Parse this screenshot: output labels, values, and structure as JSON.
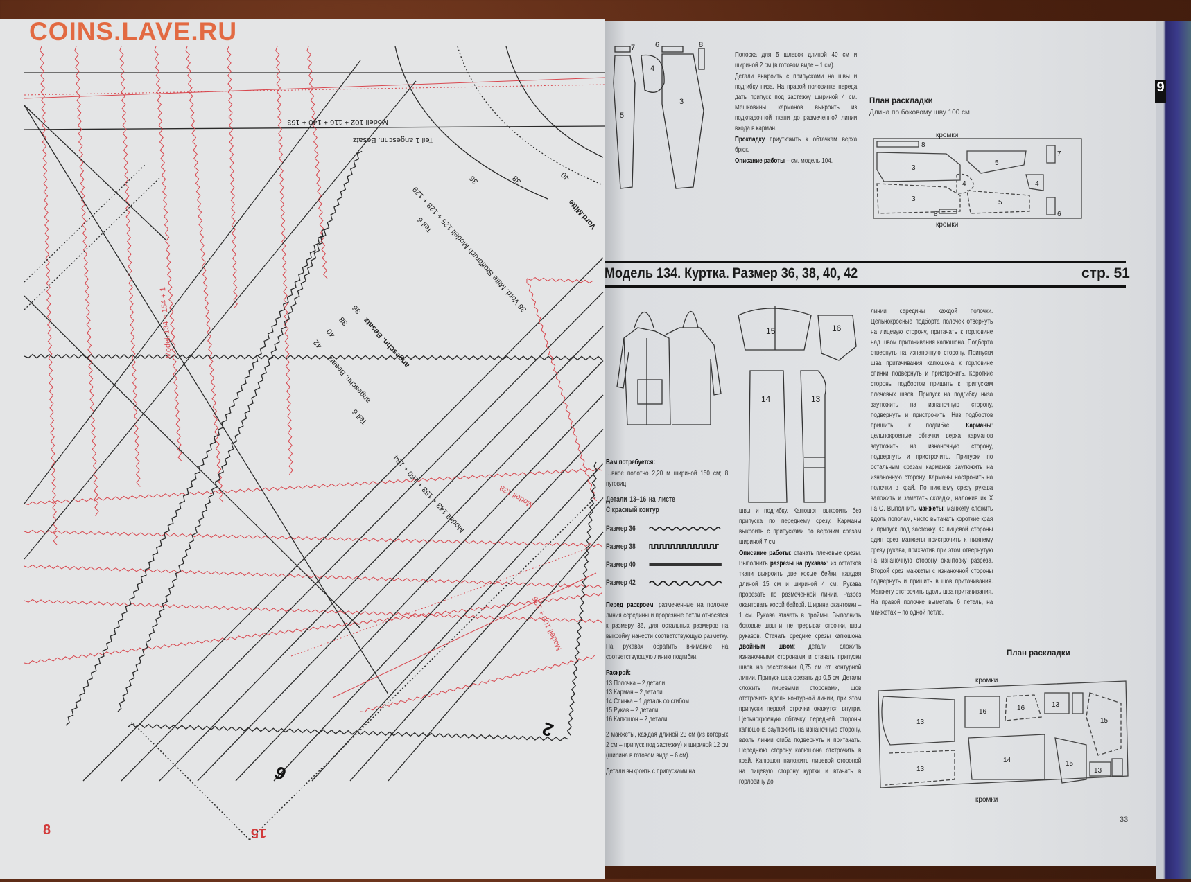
{
  "watermark": "COINS.LAVE.RU",
  "left_page": {
    "page_number": "8",
    "corner_number": "15",
    "big_numbers": [
      "2",
      "6"
    ],
    "labels": {
      "teil1": "Teil 1 angeschn. Besatz",
      "modell_top": "Modell 102 + 116 + 140 + 163",
      "vord_mitte": "36 Vord. Mitte Stoffbruch Modell 125 + 128 + 129",
      "teil6_top": "Teil 6",
      "vord_mitte_short": "Vord.Mitte",
      "size36_top": "36",
      "size38_top": "38",
      "size40_top": "40",
      "besatz1": "angeschn. Besatz",
      "size36": "36",
      "size38": "38",
      "size40": "40",
      "size42": "42",
      "besatz2": "angeschn. Besatz",
      "teil6": "Teil 6",
      "modell_mid": "Modell 143 + 153 + 160 + 164",
      "red_modell_138": "Modell 138",
      "red_modell_134": "Modell 134 + 154 + 1",
      "red_modell_108": "Modell 108 + 136"
    }
  },
  "right_page": {
    "top_section": {
      "para1": "Полоска для 5 шлевок длиной 40 см и шириной 2 см (в готовом виде – 1 см).",
      "para2": "Детали выкроить с припусками на швы и подгибку низа. На правой половинке переда дать припуск под застежку шириной 4 см. Мешковины карманов выкроить из подкладочной ткани до размеченной линии входа в карман.",
      "para3_bold": "Прокладку",
      "para3": " приутюжить к обтачкам верха брюк.",
      "para4_bold": "Описание работы",
      "para4": " – см. модель 104.",
      "pants_piece_numbers": [
        "7",
        "6",
        "8",
        "4",
        "5",
        "3"
      ],
      "layout_title": "План раскладки",
      "layout_subtitle": "Длина по боковому шву 100 см",
      "layout_edge_top": "кромки",
      "layout_edge_bottom": "кромки",
      "layout_pieces": [
        "3",
        "5",
        "7",
        "4",
        "4",
        "3",
        "5",
        "8",
        "6",
        "8"
      ]
    },
    "model_title": "Модель 134. Куртка. Размер 36, 38, 40, 42",
    "page_ref": "стр. 51",
    "pattern_piece_numbers": [
      "15",
      "16",
      "14",
      "13"
    ],
    "col1": {
      "need_title": "Вам потребуется:",
      "need_text": "…вное полотно 2,20 м шириной 150 см; 8 пуговиц.",
      "details": "Детали 13–16 на листе С красный контур",
      "sizes": [
        "Размер 36",
        "Размер 38",
        "Размер 40",
        "Размер 42"
      ],
      "before_bold": "Перед раскроем",
      "before_text": ": размеченные на полочке линия середины и прорезные петли относятся к размеру 36, для остальных размеров на выкройку нанести соответствующую разметку. На рукавах обратить внимание на соответствующую линию подгибки.",
      "cut_title": "Раскрой:",
      "cut_list": [
        "13 Полочка – 2 детали",
        "13 Карман – 2 детали",
        "14 Спинка – 1 деталь со сгибом",
        "15 Рукав – 2 детали",
        "16 Капюшон – 2 детали"
      ],
      "cuffs": "2 манжеты, каждая длиной 23 см (из которых 2 см – припуск под застежку) и шириной 12 см (ширина в готовом виде – 6 см).",
      "tail": "Детали выкроить с припусками на"
    },
    "col2": {
      "p1": "швы и подгибку. Капюшон выкроить без припуска по переднему срезу. Карманы выкроить с припусками по верхним срезам шириной 7 см.",
      "work_bold": "Описание работы",
      "work1": ": стачать плечевые срезы. Выполнить ",
      "work_bold2": "разрезы на рукавах",
      "work2": ": из остатков ткани выкроить две косые бейки, каждая длиной 15 см и шириной 4 см. Рукава прорезать по размеченной линии. Разрез окантовать косой бейкой. Ширина окантовки – 1 см. Рукава втачать в проймы. Выполнить боковые швы и, не прерывая строчки, швы рукавов. Стачать средние срезы капюшона ",
      "work_bold3": "двойным швом",
      "work3": ": детали сложить изнаночными сторонами и стачать припуски швов на расстоянии 0,75 см от контурной линии. Припуск шва срезать до 0,5 см. Детали сложить лицевыми сторонами, шов отстрочить вдоль контурной линии, при этом припуски первой строчки окажутся внутри. Цельнокроеную обтачку передней стороны капюшона заутюжить на изнаночную сторону, вдоль линии сгиба подвернуть и притачать. Переднюю сторону капюшона отстрочить в край. Капюшон наложить лицевой стороной на лицевую сторону куртки и втачать в горловину до"
    },
    "col3": {
      "t1": "линии середины каждой полочки. Цельнокроеные подборта полочек отвернуть на лицевую сторону, притачать к горловине над швом притачивания капюшона. Подборта отвернуть на изнаночную сторону. Припуски шва притачивания капюшона к горловине спинки подвернуть и пристрочить. Короткие стороны подбортов пришить к припускам плечевых швов. Припуск на подгибку низа заутюжить на изнаночную сторону, подвернуть и пристрочить. Низ подбортов пришить к подгибке. ",
      "b1": "Карманы",
      "t2": ": цельнокроеные обтачки верха карманов заутюжить на изнаночную сторону, подвернуть и пристрочить. Припуски по остальным срезам карманов заутюжить на изнаночную сторону. Карманы настрочить на полочки в край. По нижнему срезу рукава заложить и заметать складки, наложив их X на О. Выполнить ",
      "b2": "манжеты",
      "t3": ": манжету сложить вдоль пополам, чисто вытачать короткие края и припуск под застежку. С лицевой стороны один срез манжеты пристрочить к нижнему срезу рукава, прихватив при этом отвернутую на изнаночную сторону окантовку разреза. Второй срез манжеты с изнаночной стороны подвернуть и пришить в шов притачивания. Манжету отстрочить вдоль шва притачивания. На правой полочке выметать 6 петель, на манжетах – по одной петле."
    },
    "layout2": {
      "title": "План раскладки",
      "edge_top": "кромки",
      "edge_bottom": "кромки",
      "pieces": [
        "13",
        "16",
        "16",
        "13",
        "15",
        "14",
        "15",
        "13",
        "13"
      ]
    },
    "page_number": "33",
    "corner_tab_number": "9"
  },
  "colors": {
    "red_line": "#d8484f",
    "black_line": "#2a2a2a",
    "watermark": "#e2643a"
  }
}
